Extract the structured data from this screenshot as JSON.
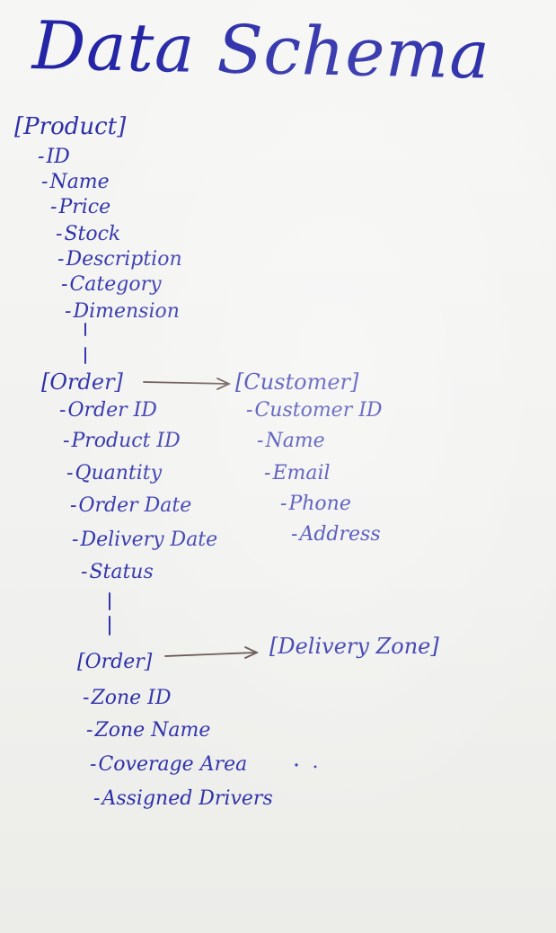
{
  "title": "Data Schema",
  "product": {
    "title": "[Product]",
    "fields": [
      "ID",
      "Name",
      "Price",
      "Stock",
      "Description",
      "Category",
      "Dimension"
    ]
  },
  "order": {
    "title": "[Order]",
    "fields": [
      "Order ID",
      "Product ID",
      "Quantity",
      "Order Date",
      "Delivery Date",
      "Status"
    ]
  },
  "customer": {
    "title": "[Customer]",
    "fields": [
      "Customer ID",
      "Name",
      "Email",
      "Phone",
      "Address"
    ]
  },
  "order2": {
    "title": "[Order]"
  },
  "delivery_zone": {
    "title": "[Delivery Zone]",
    "fields": [
      "Zone ID",
      "Zone Name",
      "Coverage Area",
      "Assigned Drivers"
    ]
  },
  "ink_color": "#2d2fa9",
  "arrow_color": "#5a4a44"
}
